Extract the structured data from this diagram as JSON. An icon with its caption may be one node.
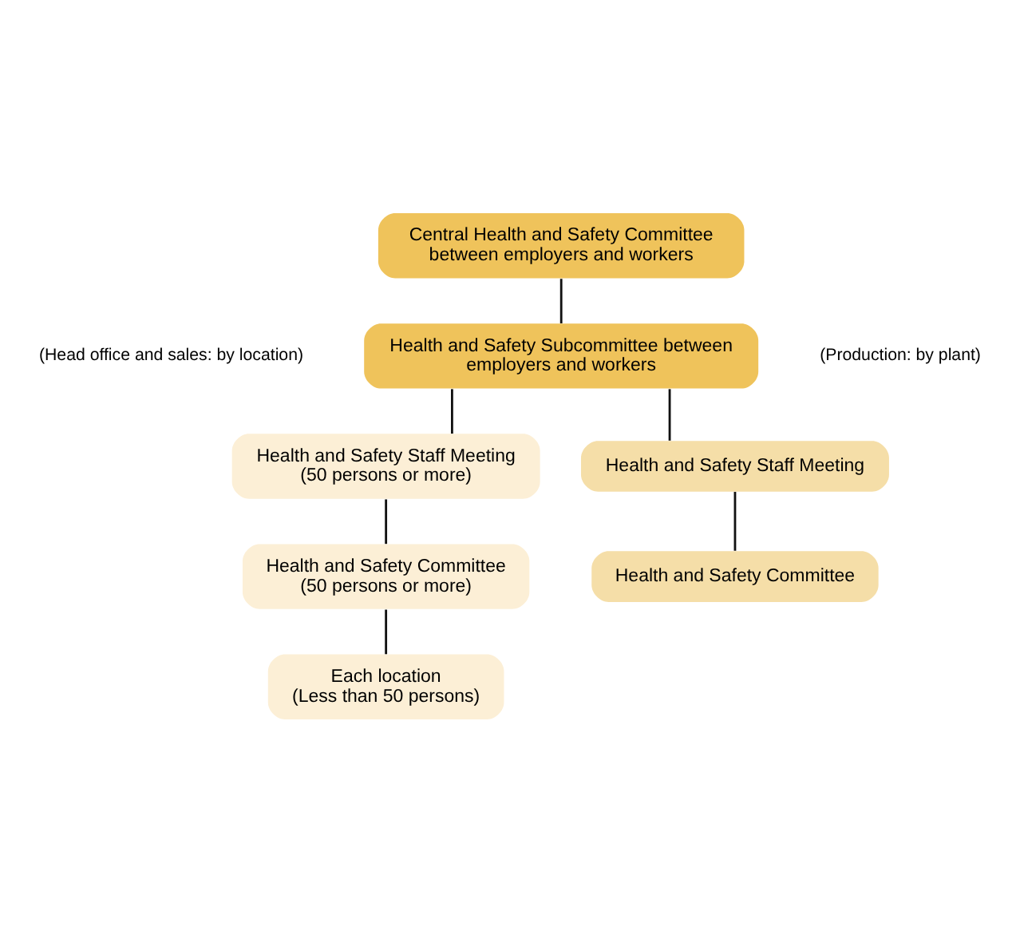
{
  "diagram": {
    "nodes": [
      {
        "text": [
          "Central Health and Safety Committee between employers and workers"
        ]
      },
      {
        "text": [
          "Health and Safety Subcommittee between employers and workers"
        ]
      },
      {
        "text": [
          "Health and Safety Staff Meeting",
          "(50 persons or more)"
        ]
      },
      {
        "text": [
          "Health and Safety Committee",
          "(50 persons or more)"
        ]
      },
      {
        "text": [
          "Each location",
          "(Less than 50 persons)"
        ]
      },
      {
        "text": [
          "Health and Safety Staff Meeting"
        ]
      },
      {
        "text": [
          "Health and Safety Committee"
        ]
      }
    ],
    "edges": [
      {
        "from": 0,
        "to": 1,
        "arrow": "none"
      },
      {
        "from": 1,
        "to": 2,
        "arrow": "none"
      },
      {
        "from": 1,
        "to": 5,
        "arrow": "none"
      },
      {
        "from": 2,
        "to": 3,
        "arrow": "none"
      },
      {
        "from": 3,
        "to": 4,
        "arrow": "none"
      },
      {
        "from": 5,
        "to": 6,
        "arrow": "none"
      }
    ],
    "labels": [
      "(Head office and sales: by location)",
      "(Production: by plant)"
    ]
  }
}
